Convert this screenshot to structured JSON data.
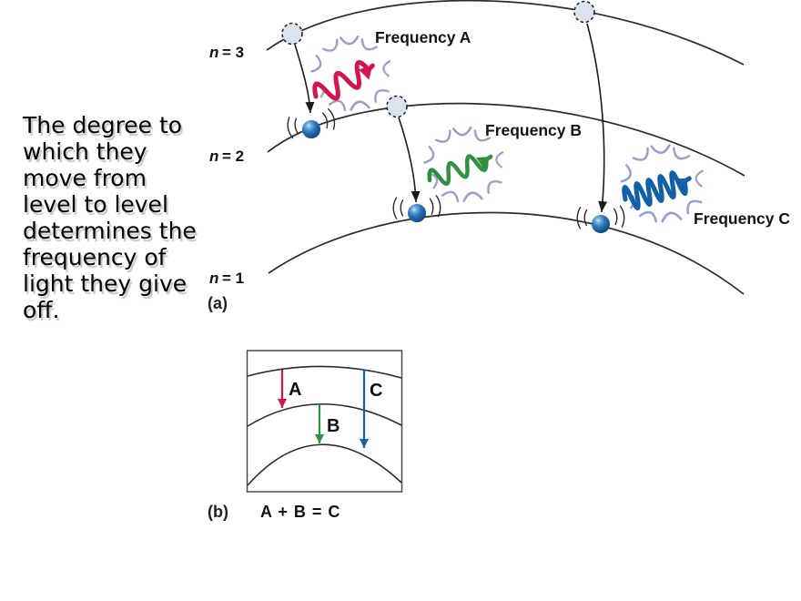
{
  "caption": {
    "lines": [
      "The degree to",
      "which they",
      "move from",
      "level to level",
      "determines the",
      "frequency of",
      "light they give",
      "off."
    ]
  },
  "panel_a": {
    "label": "(a)",
    "levels": [
      {
        "symbol": "n",
        "value": "= 3"
      },
      {
        "symbol": "n",
        "value": "= 2"
      },
      {
        "symbol": "n",
        "value": "= 1"
      }
    ],
    "frequencies": [
      {
        "label": "Frequency A",
        "color": "#d2154f"
      },
      {
        "label": "Frequency B",
        "color": "#2e9140"
      },
      {
        "label": "Frequency C",
        "color": "#1160a8"
      }
    ]
  },
  "panel_b": {
    "label": "(b)",
    "equation": "A + B = C",
    "arrows": [
      {
        "label": "A",
        "color": "#d2154f"
      },
      {
        "label": "B",
        "color": "#2e9140"
      },
      {
        "label": "C",
        "color": "#1160a8"
      }
    ]
  },
  "colors": {
    "frequency_a_red": "#d2154f",
    "frequency_b_green": "#2e9140",
    "frequency_c_blue": "#1160a8",
    "burst_lavender": "#9b9fcc",
    "electron_sphere_blue": "#1a5fa8",
    "vacancy_circle_fill": "#dbe2f0",
    "orbit_line": "#2b2b2b",
    "caption_text": "#000000"
  }
}
